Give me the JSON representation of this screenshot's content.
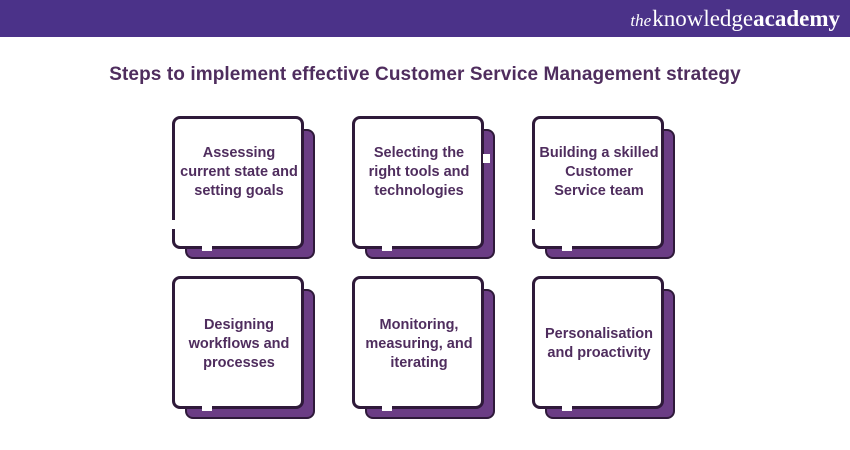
{
  "header": {
    "logo_the": "the",
    "logo_knowledge": "knowledge",
    "logo_academy": "academy",
    "bar_color": "#4b3289"
  },
  "title": "Steps to implement effective Customer Service Management strategy",
  "colors": {
    "text": "#4f2d5e",
    "card_shadow": "#6b3d85",
    "card_border": "#2f1a3a"
  },
  "steps": [
    {
      "label": "Assessing current state and setting goals"
    },
    {
      "label": "Selecting the right tools and technologies"
    },
    {
      "label": "Building a skilled Customer Service team"
    },
    {
      "label": "Designing workflows and processes"
    },
    {
      "label": "Monitoring, measuring, and iterating"
    },
    {
      "label": "Personalisation and proactivity"
    }
  ]
}
